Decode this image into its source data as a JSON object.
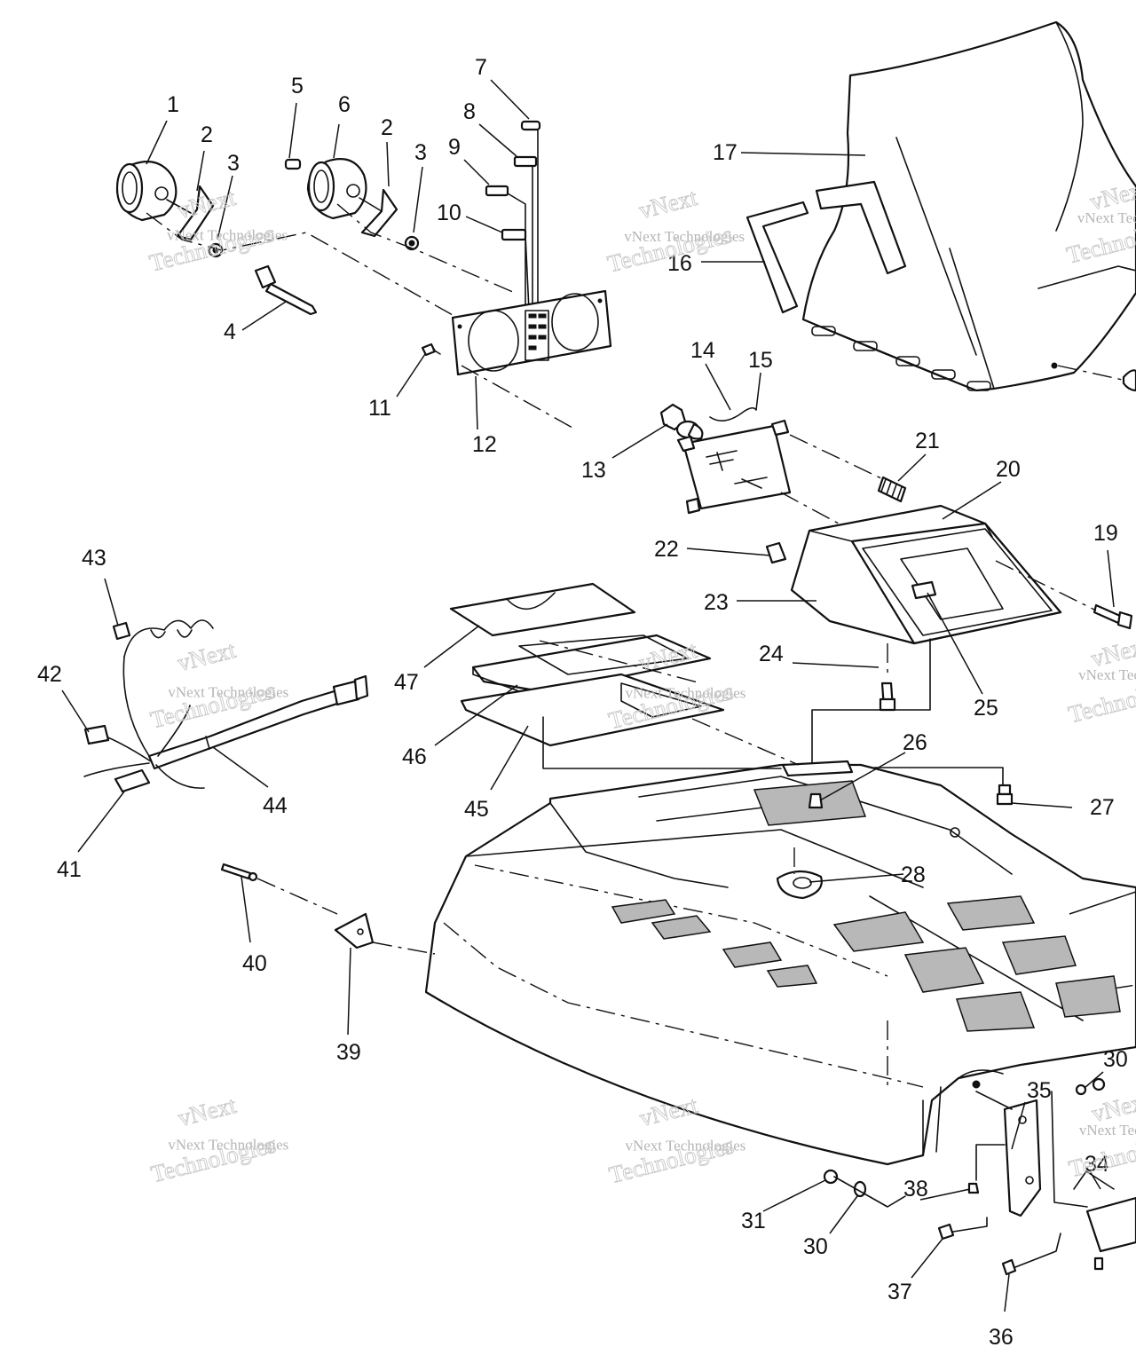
{
  "callouts": [
    "1",
    "2",
    "3",
    "4",
    "5",
    "6",
    "2",
    "3",
    "7",
    "8",
    "9",
    "10",
    "11",
    "12",
    "13",
    "14",
    "15",
    "16",
    "17",
    "19",
    "20",
    "21",
    "22",
    "23",
    "24",
    "25",
    "26",
    "27",
    "28",
    "30",
    "30",
    "31",
    "34",
    "35",
    "36",
    "37",
    "38",
    "39",
    "40",
    "41",
    "42",
    "43",
    "44",
    "45",
    "46",
    "47"
  ],
  "watermark": {
    "line1": "vNext",
    "line2": "vNext Technologies",
    "line3": "Technologies"
  }
}
